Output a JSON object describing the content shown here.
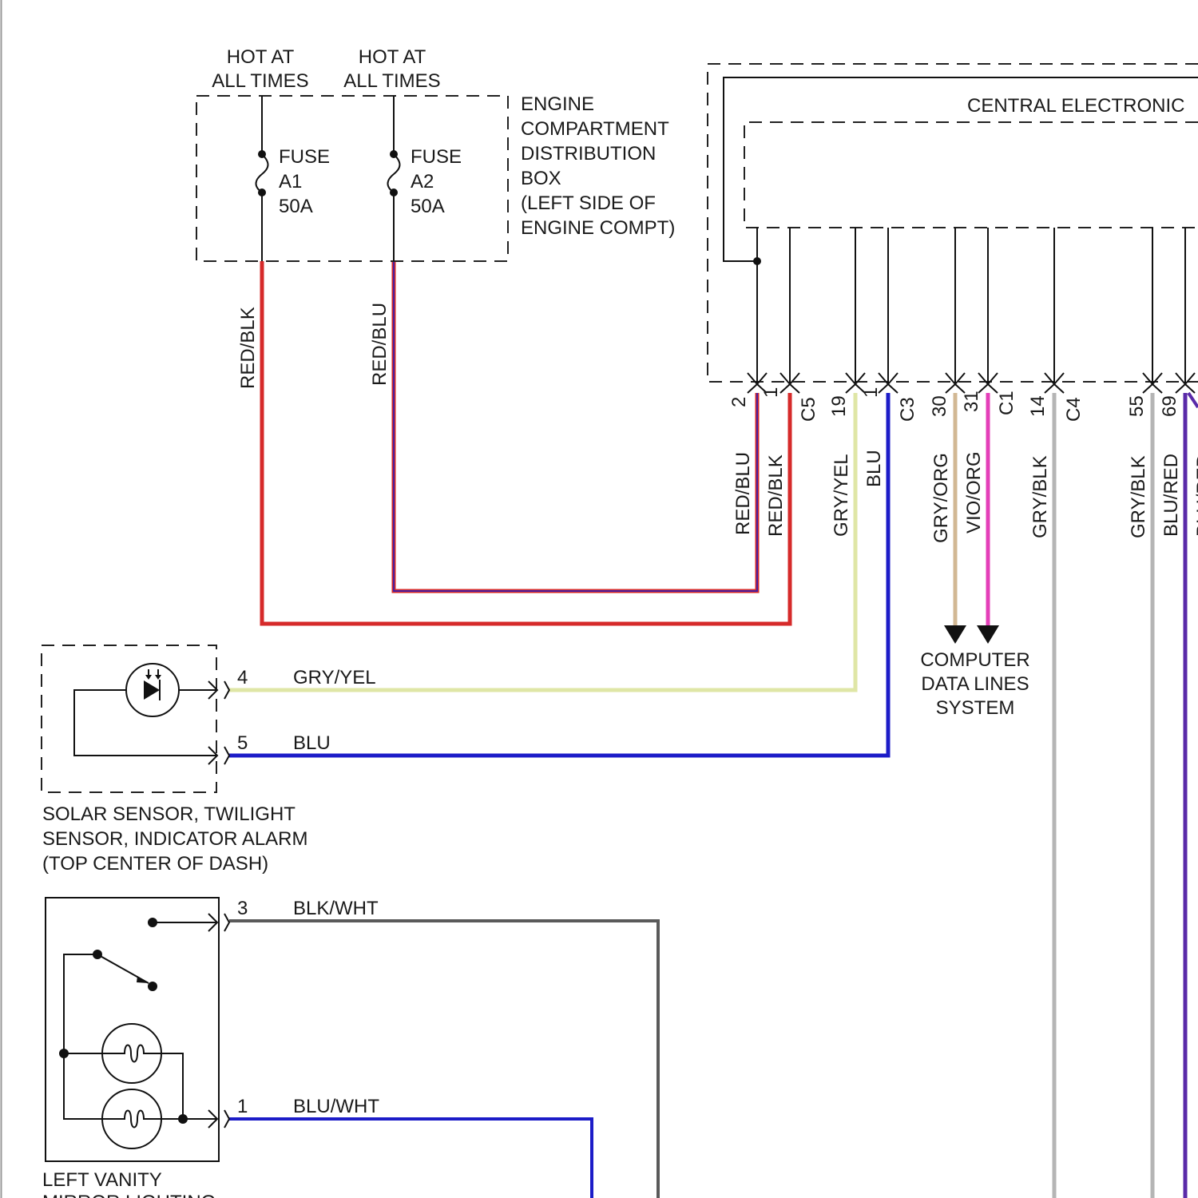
{
  "colors": {
    "red": "#d62a2a",
    "blue": "#1c1cc8",
    "gry_yel": "#dfe6a6",
    "gry_org": "#d2b894",
    "vio_org": "#e43fb8",
    "gray": "#b5b5b5",
    "dark_gray": "#5a5a5a",
    "purple": "#5a2aa8"
  },
  "icons": [
    "fuse-icon",
    "photodiode-icon",
    "bulb-icon",
    "switch-icon",
    "arrow-down-icon",
    "connector-icon"
  ],
  "hot_labels": [
    {
      "line1": "HOT AT",
      "line2": "ALL TIMES"
    },
    {
      "line1": "HOT AT",
      "line2": "ALL TIMES"
    }
  ],
  "fuses": [
    {
      "word": "FUSE",
      "id": "A1",
      "rating": "50A"
    },
    {
      "word": "FUSE",
      "id": "A2",
      "rating": "50A"
    }
  ],
  "engine_box": {
    "lines": [
      "ENGINE",
      "COMPARTMENT",
      "DISTRIBUTION",
      "BOX",
      "(LEFT SIDE OF",
      "ENGINE COMPT)"
    ]
  },
  "central_module": {
    "title": "CENTRAL ELECTRONIC"
  },
  "pins": [
    "2",
    "1",
    "19",
    "1",
    "30",
    "31",
    "14",
    "55",
    "69"
  ],
  "connectors": [
    "C5",
    "C3",
    "C1",
    "C4"
  ],
  "wire_labels": {
    "fuse_a1": "RED/BLK",
    "fuse_a2": "RED/BLU",
    "pin2": "RED/BLU",
    "pin1_c5": "RED/BLK",
    "pin19": "GRY/YEL",
    "pin1_c3": "BLU",
    "pin30": "GRY/ORG",
    "pin31": "VIO/ORG",
    "pin14": "GRY/BLK",
    "pin55": "GRY/BLK",
    "pin69": "BLU/RED"
  },
  "computer_data": {
    "lines": [
      "COMPUTER",
      "DATA LINES",
      "SYSTEM"
    ]
  },
  "solar_sensor": {
    "pins": [
      {
        "num": "4",
        "wire": "GRY/YEL"
      },
      {
        "num": "5",
        "wire": "BLU"
      }
    ],
    "caption": [
      "SOLAR SENSOR, TWILIGHT",
      "SENSOR, INDICATOR ALARM",
      "(TOP CENTER OF DASH)"
    ]
  },
  "vanity": {
    "pins": [
      {
        "num": "3",
        "wire": "BLK/WHT"
      },
      {
        "num": "1",
        "wire": "BLU/WHT"
      }
    ],
    "caption": [
      "LEFT VANITY",
      "MIRROR LIGHTING"
    ]
  }
}
